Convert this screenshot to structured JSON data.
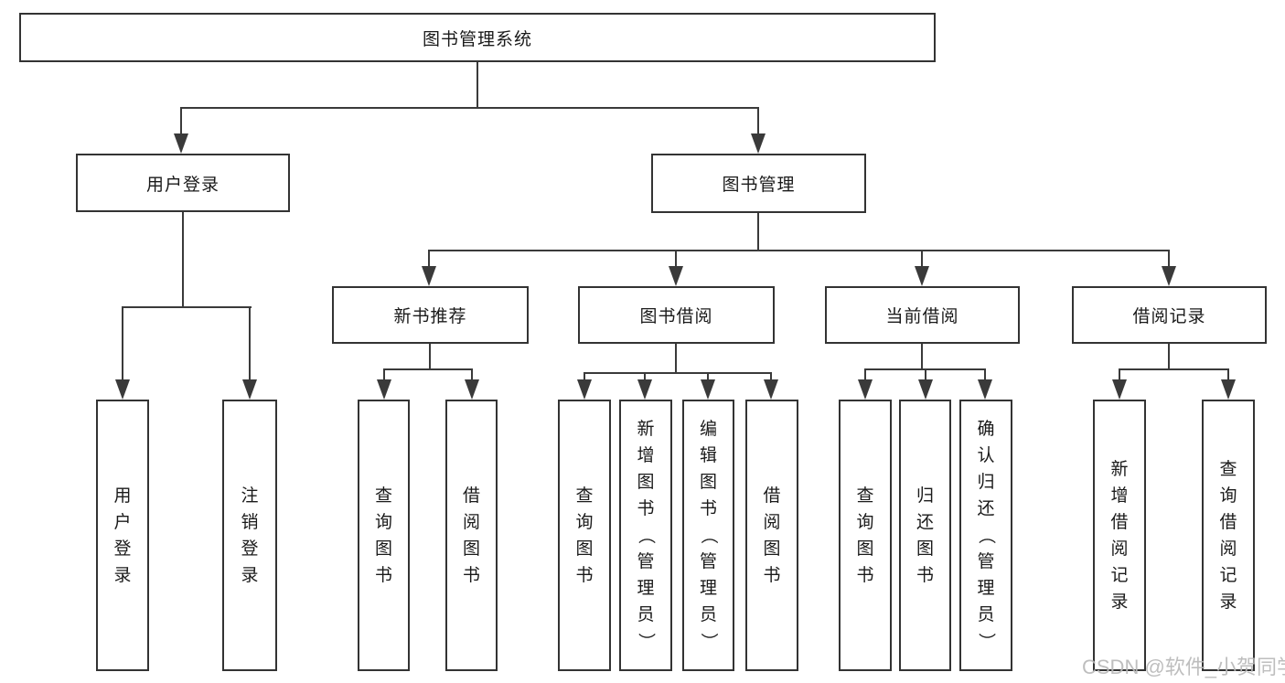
{
  "tree": {
    "label": "图书管理系统",
    "children": [
      {
        "label": "用户登录",
        "children": [
          {
            "label": "用户登录"
          },
          {
            "label": "注销登录"
          }
        ]
      },
      {
        "label": "图书管理",
        "children": [
          {
            "label": "新书推荐",
            "children": [
              {
                "label": "查询图书"
              },
              {
                "label": "借阅图书"
              }
            ]
          },
          {
            "label": "图书借阅",
            "children": [
              {
                "label": "查询图书"
              },
              {
                "label": "新增图书（管理员）"
              },
              {
                "label": "编辑图书（管理员）"
              },
              {
                "label": "借阅图书"
              }
            ]
          },
          {
            "label": "当前借阅",
            "children": [
              {
                "label": "查询图书"
              },
              {
                "label": "归还图书"
              },
              {
                "label": "确认归还（管理员）"
              }
            ]
          },
          {
            "label": "借阅记录",
            "children": [
              {
                "label": "新增借阅记录"
              },
              {
                "label": "查询借阅记录"
              }
            ]
          }
        ]
      }
    ]
  },
  "watermark": "CSDN @软件_小贺同学",
  "colors": {
    "line": "#3a3a3a",
    "box_border": "#333333",
    "box_background": "#ffffff",
    "text": "#1a1a1a",
    "watermark": "#b8b8b8",
    "page_background": "#ffffff"
  }
}
